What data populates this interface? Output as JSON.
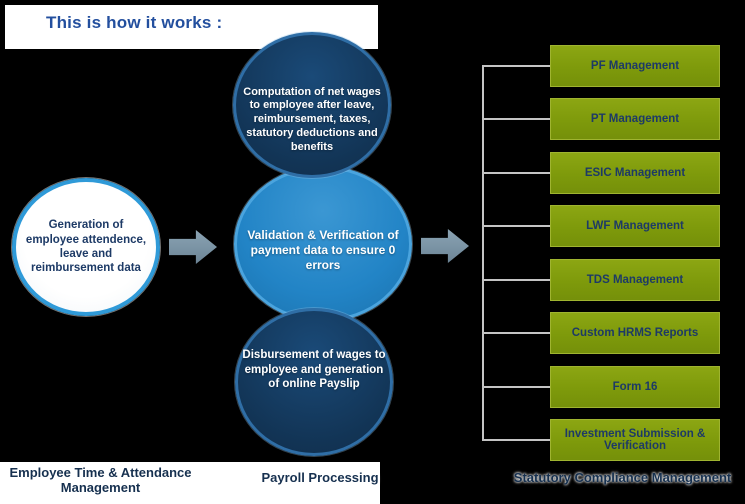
{
  "title": "This is how it works :",
  "left_flow": {
    "circle_text": "Generation of employee attendence, leave and reimbursement data",
    "label": "Employee Time & Attendance Management"
  },
  "payroll": {
    "label": "Payroll Processing",
    "circles": [
      {
        "text": "Computation of net wages to employee after leave, reimbursement, taxes, statutory deductions and benefits",
        "variant": "dark-navy"
      },
      {
        "text": "Validation & Verification of payment data to ensure 0 errors",
        "variant": "blue"
      },
      {
        "text": "Disbursement of wages to employee and generation of online Payslip",
        "variant": "dark-navy"
      }
    ]
  },
  "compliance": {
    "label": "Statutory Compliance Management",
    "items": [
      "PF Management",
      "PT Management",
      "ESIC Management",
      "LWF Management",
      "TDS Management",
      "Custom HRMS Reports",
      "Form 16",
      "Investment Submission & Verification"
    ]
  },
  "colors": {
    "title_navy": "#234f9e",
    "dark_circle_fill": "#123455",
    "blue_circle_fill": "#2284c6",
    "circle_ring_blue": "#2f9ad8",
    "green_box": "#7e9a0b",
    "box_text_navy": "#1d3a66",
    "arrow_gray_blue": "#7a93a4",
    "bracket_gray": "#c4c4c4",
    "background": "#000000",
    "panel_white": "#ffffff"
  }
}
